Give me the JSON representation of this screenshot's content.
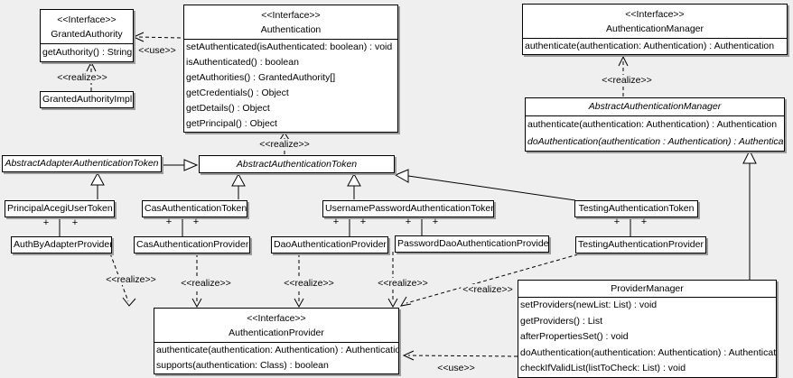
{
  "labels": {
    "realize": "&lt;&lt;realize&gt;&gt;",
    "use": "&lt;&lt;use&gt;&gt;",
    "plus": "+"
  },
  "stereotypes": {
    "interface": "&lt;&lt;Interface&gt;&gt;"
  },
  "classes": {
    "granted_authority": {
      "stereotype": "<<Interface>>",
      "name": "GrantedAuthority",
      "members": [
        "getAuthority() : String"
      ]
    },
    "granted_authority_impl": {
      "name": "GrantedAuthorityImpl"
    },
    "authentication": {
      "stereotype": "<<Interface>>",
      "name": "Authentication",
      "members": [
        "setAuthenticated(isAuthenticated: boolean) : void",
        "isAuthenticated() : boolean",
        "getAuthorities() : GrantedAuthority[]",
        "getCredentials() : Object",
        "getDetails() : Object",
        "getPrincipal() : Object"
      ]
    },
    "authentication_manager": {
      "stereotype": "<<Interface>>",
      "name": "AuthenticationManager",
      "members": [
        "authenticate(authentication: Authentication) : Authentication"
      ]
    },
    "abstract_authentication_manager": {
      "name": "AbstractAuthenticationManager",
      "members": [
        "authenticate(authentication: Authentication) : Authentication",
        "doAuthentication(authentication : Authentication) : Authentication"
      ]
    },
    "abstract_adapter_authentication_token": {
      "name": "AbstractAdapterAuthenticationToken"
    },
    "abstract_authentication_token": {
      "name": "AbstractAuthenticationToken"
    },
    "principal_acegi_user_token": {
      "name": "PrincipalAcegiUserToken"
    },
    "cas_authentication_token": {
      "name": "CasAuthenticationToken"
    },
    "username_password_authentication_token": {
      "name": "UsernamePasswordAuthenticationToken"
    },
    "testing_authentication_token": {
      "name": "TestingAuthenticationToken"
    },
    "auth_by_adapter_provider": {
      "name": "AuthByAdapterProvider"
    },
    "cas_authentication_provider": {
      "name": "CasAuthenticationProvider"
    },
    "dao_authentication_provider": {
      "name": "DaoAuthenticationProvider"
    },
    "password_dao_authentication_provider": {
      "name": "PasswordDaoAuthenticationProvider"
    },
    "testing_authentication_provider": {
      "name": "TestingAuthenticationProvider"
    },
    "authentication_provider": {
      "stereotype": "<<Interface>>",
      "name": "AuthenticationProvider",
      "members": [
        "authenticate(authentication: Authentication) : Authentication",
        "supports(authentication: Class) : boolean"
      ]
    },
    "provider_manager": {
      "name": "ProviderManager",
      "members": [
        "setProviders(newList: List) : void",
        "getProviders() : List",
        "afterPropertiesSet() : void",
        "doAuthentication(authentication: Authentication) : Authentication",
        "checkIfValidList(listToCheck: List) : void"
      ]
    }
  },
  "edge_label_texts": {
    "realize": "<<realize>>",
    "use": "<<use>>",
    "plus": "+"
  }
}
